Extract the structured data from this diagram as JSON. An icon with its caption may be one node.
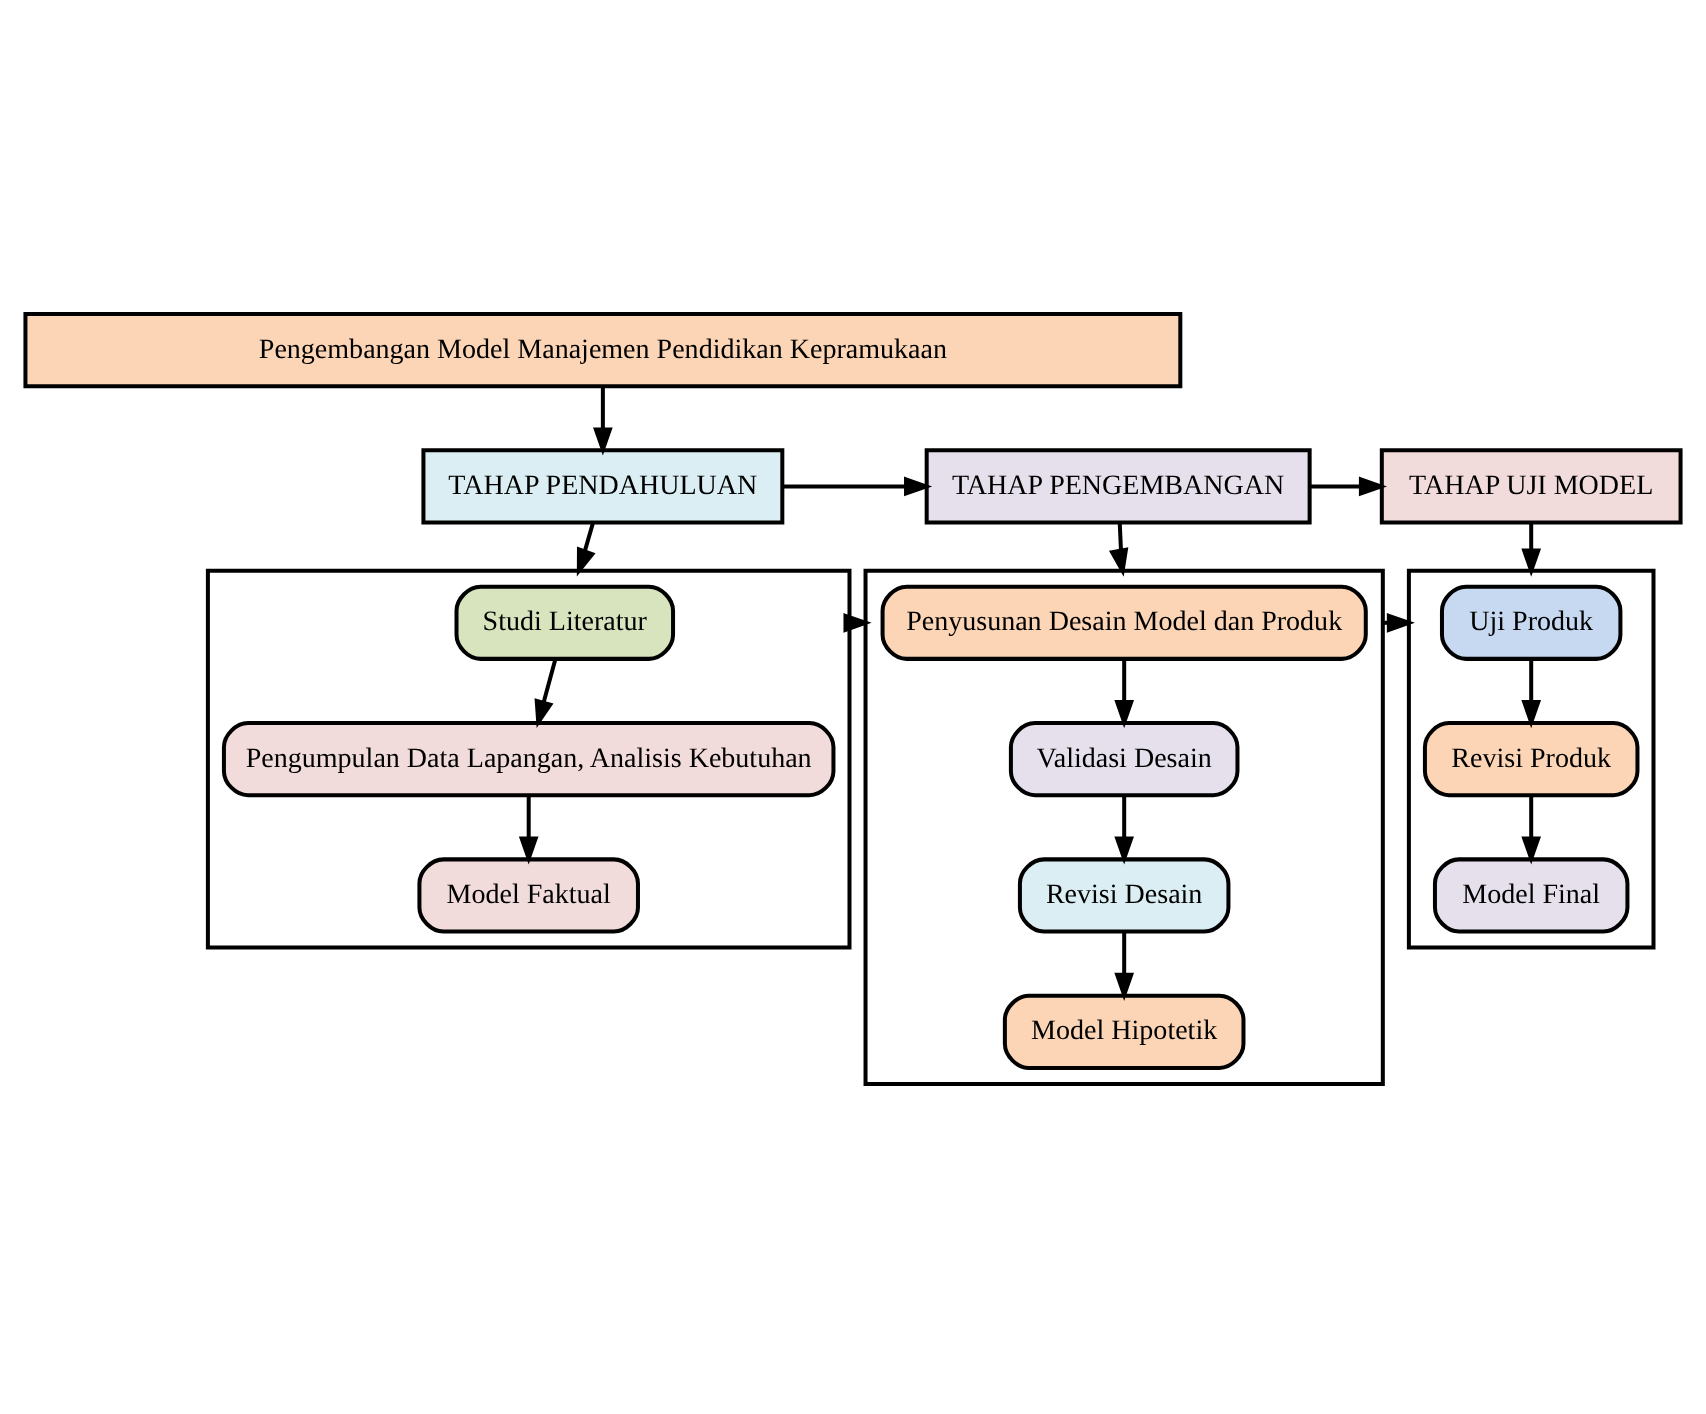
{
  "diagram": {
    "nodes": [
      {
        "text": [
          "Pengembangan Model Manajemen Pendidikan Kepramukaan"
        ]
      },
      {
        "text": [
          "TAHAP PENDAHULUAN"
        ]
      },
      {
        "text": [
          "TAHAP PENGEMBANGAN"
        ]
      },
      {
        "text": [
          "TAHAP UJI MODEL"
        ]
      },
      {
        "text": [],
        "shape": "box"
      },
      {
        "text": [
          "Studi Literatur"
        ],
        "in": 4
      },
      {
        "text": [
          "Pengumpulan Data Lapangan, Analisis Kebutuhan"
        ],
        "in": 4
      },
      {
        "text": [
          "Model Faktual"
        ],
        "in": 4
      },
      {
        "text": [],
        "shape": "box"
      },
      {
        "text": [
          "Penyusunan Desain Model dan Produk"
        ],
        "in": 8
      },
      {
        "text": [
          "Validasi Desain"
        ],
        "in": 8
      },
      {
        "text": [
          "Revisi Desain"
        ],
        "in": 8
      },
      {
        "text": [
          "Model Hipotetik"
        ],
        "in": 8
      },
      {
        "text": [],
        "shape": "box"
      },
      {
        "text": [
          "Uji Produk"
        ],
        "in": 13
      },
      {
        "text": [
          "Revisi Produk"
        ],
        "in": 13
      },
      {
        "text": [
          "Model Final"
        ],
        "in": 13
      }
    ],
    "edges": [
      {
        "from": 0,
        "to": 1,
        "arrow": "to"
      },
      {
        "from": 1,
        "to": 2,
        "arrow": "to"
      },
      {
        "from": 2,
        "to": 3,
        "arrow": "to"
      },
      {
        "from": 1,
        "to": 4,
        "arrow": "to"
      },
      {
        "from": 2,
        "to": 8,
        "arrow": "to"
      },
      {
        "from": 3,
        "to": 13,
        "arrow": "to"
      },
      {
        "from": 5,
        "to": 6,
        "arrow": "to"
      },
      {
        "from": 6,
        "to": 7,
        "arrow": "to"
      },
      {
        "from": 9,
        "to": 10,
        "arrow": "to"
      },
      {
        "from": 10,
        "to": 11,
        "arrow": "to"
      },
      {
        "from": 11,
        "to": 12,
        "arrow": "to"
      },
      {
        "from": 14,
        "to": 15,
        "arrow": "to"
      },
      {
        "from": 15,
        "to": 16,
        "arrow": "to"
      },
      {
        "from": 4,
        "to": 8,
        "arrow": "to"
      },
      {
        "from": 8,
        "to": 13,
        "arrow": "to"
      }
    ]
  }
}
